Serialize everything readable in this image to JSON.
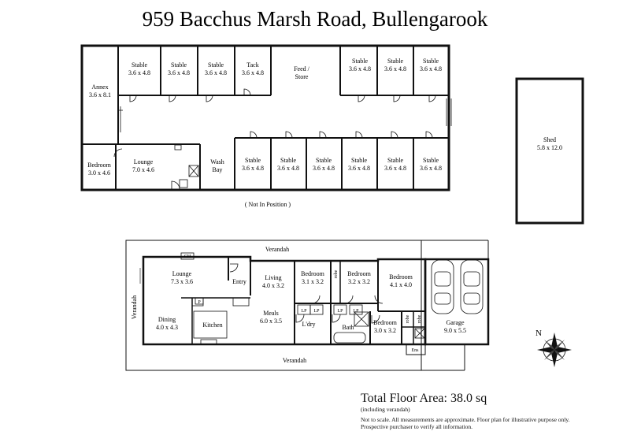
{
  "title": "959 Bacchus Marsh Road, Bullengarook",
  "stable_block": {
    "annex": {
      "name": "Annex",
      "dim": "3.6 x 8.1"
    },
    "top_stables": [
      {
        "name": "Stable",
        "dim": "3.6 x 4.8"
      },
      {
        "name": "Stable",
        "dim": "3.6 x 4.8"
      },
      {
        "name": "Stable",
        "dim": "3.6 x 4.8"
      },
      {
        "name": "Tack",
        "dim": "3.6 x 4.8"
      }
    ],
    "feed": {
      "name": "Feed /",
      "name2": "Store"
    },
    "top_right_stables": [
      {
        "name": "Stable",
        "dim": "3.6 x 4.8"
      },
      {
        "name": "Stable",
        "dim": "3.6 x 4.8"
      },
      {
        "name": "Stable",
        "dim": "3.6 x 4.8"
      }
    ],
    "bedroom": {
      "name": "Bedroom",
      "dim": "3.0 x 4.6"
    },
    "lounge": {
      "name": "Lounge",
      "dim": "7.0 x 4.6"
    },
    "wash": {
      "name": "Wash",
      "name2": "Bay"
    },
    "bottom_stables": [
      {
        "name": "Stable",
        "dim": "3.6 x 4.8"
      },
      {
        "name": "Stable",
        "dim": "3.6 x 4.8"
      },
      {
        "name": "Stable",
        "dim": "3.6 x 4.8"
      },
      {
        "name": "Stable",
        "dim": "3.6 x 4.8"
      },
      {
        "name": "Stable",
        "dim": "3.6 x 4.8"
      },
      {
        "name": "Stable",
        "dim": "3.6 x 4.8"
      }
    ],
    "not_in_position": "( Not In Position )"
  },
  "shed": {
    "name": "Shed",
    "dim": "5.8 x 12.0"
  },
  "house": {
    "verandah_top": "Verandah",
    "verandah_left": "Verandah",
    "verandah_bottom": "Verandah",
    "ch": "CH",
    "lounge": {
      "name": "Lounge",
      "dim": "7.3 x 3.6"
    },
    "entry": "Entry",
    "living": {
      "name": "Living",
      "dim": "4.0 x 3.2"
    },
    "bedroom1": {
      "name": "Bedroom",
      "dim": "3.1 x 3.2"
    },
    "robe1": "robe",
    "bedroom2": {
      "name": "Bedroom",
      "dim": "3.2 x 3.2"
    },
    "bedroom3": {
      "name": "Bedroom",
      "dim": "4.1 x 4.0"
    },
    "p": "P",
    "dining": {
      "name": "Dining",
      "dim": "4.0 x 4.3"
    },
    "kitchen": "Kitchen",
    "meals": {
      "name": "Meals",
      "dim": "6.0 x 3.5"
    },
    "lp1": "LP",
    "lp2": "LP",
    "lp3": "LP",
    "lp4": "LP",
    "ldry": "L'dry",
    "bath": "Bath",
    "bedroom4": {
      "name": "Bedroom",
      "dim": "3.0 x 3.2"
    },
    "robe2": "robe",
    "robe3": "robe",
    "ens": "Ens",
    "garage": {
      "name": "Garage",
      "dim": "9.0 x 5.5"
    }
  },
  "compass": "N",
  "footer": {
    "total": "Total Floor Area: 38.0 sq",
    "including": "(including verandah)",
    "note1": "Not to scale. All measurements are approximate. Floor plan for illustrative purpose only.",
    "note2": "Prospective purchaser to verify all information."
  }
}
